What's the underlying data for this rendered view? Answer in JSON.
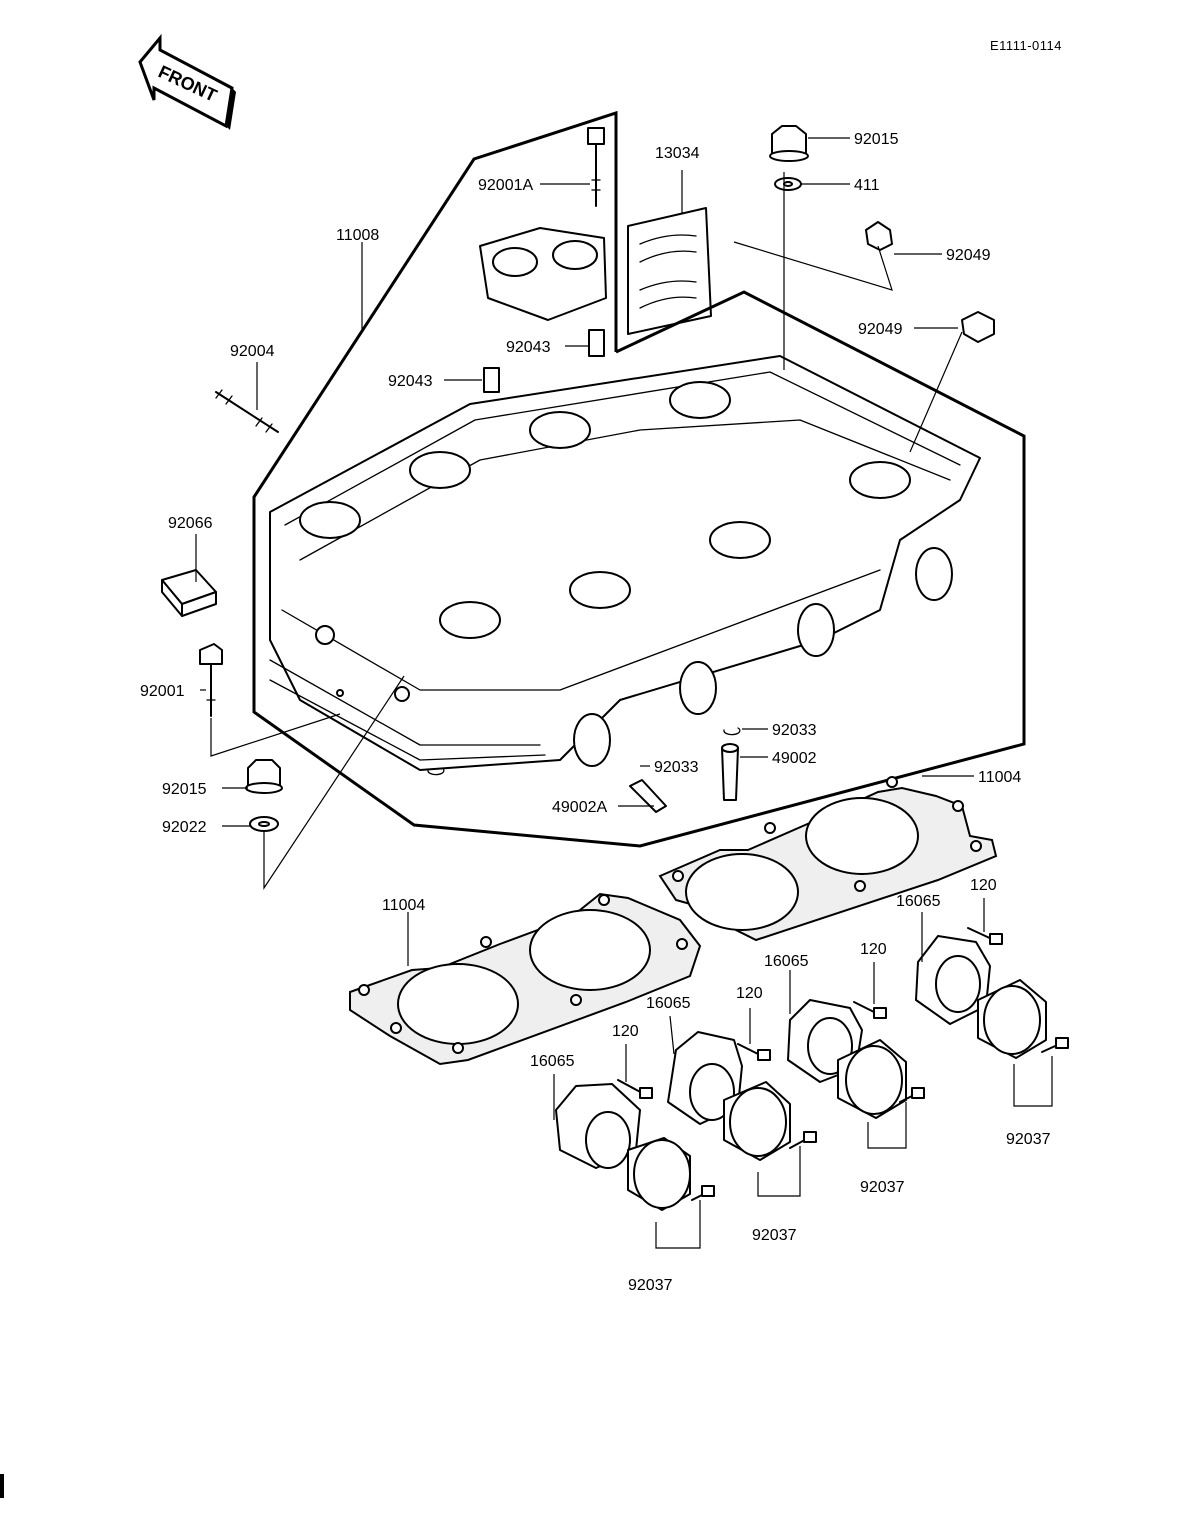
{
  "diagram_code": "E1111-0114",
  "front_label": "FRONT",
  "labels": {
    "p92001A": "92001A",
    "p13034": "13034",
    "p92015_top": "92015",
    "p411": "411",
    "p92049_a": "92049",
    "p92049_b": "92049",
    "p11008": "11008",
    "p92043_a": "92043",
    "p92043_b": "92043",
    "p92004": "92004",
    "p92066": "92066",
    "p92001": "92001",
    "p92015_bottom": "92015",
    "p92022": "92022",
    "p92033_a": "92033",
    "p49002": "49002",
    "p92033_b": "92033",
    "p49002A": "49002A",
    "p11004_right": "11004",
    "p11004_left": "11004",
    "p16065_1": "16065",
    "p120_1": "120",
    "p16065_2": "16065",
    "p120_2": "120",
    "p16065_3": "16065",
    "p120_3": "120",
    "p16065_4": "16065",
    "p120_4": "120",
    "p92037_1": "92037",
    "p92037_2": "92037",
    "p92037_3": "92037",
    "p92037_4": "92037"
  }
}
